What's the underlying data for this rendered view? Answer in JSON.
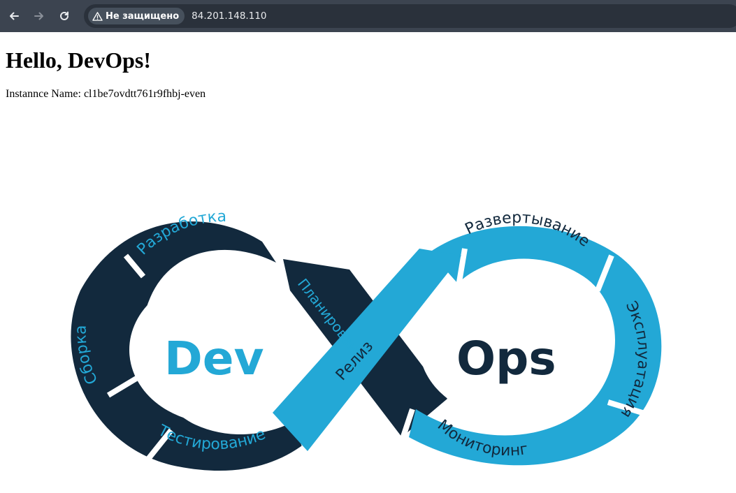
{
  "browser": {
    "security_label": "Не защищено",
    "url": "84.201.148.110"
  },
  "page": {
    "heading": "Hello, DevOps!",
    "instance_label": "Instannce Name:",
    "instance_value": "cl1be7ovdtt761r9fhbj-even"
  },
  "diagram": {
    "dev_word": "Dev",
    "ops_word": "Ops",
    "stages_left": [
      "Разработка",
      "Сборка",
      "Тестирование",
      "Планирование"
    ],
    "stage_center": "Релиз",
    "stages_right": [
      "Развертывание",
      "Эксплуатация",
      "Мониторинг"
    ],
    "colors": {
      "dark": "#12293d",
      "blue": "#23a8d6"
    }
  }
}
